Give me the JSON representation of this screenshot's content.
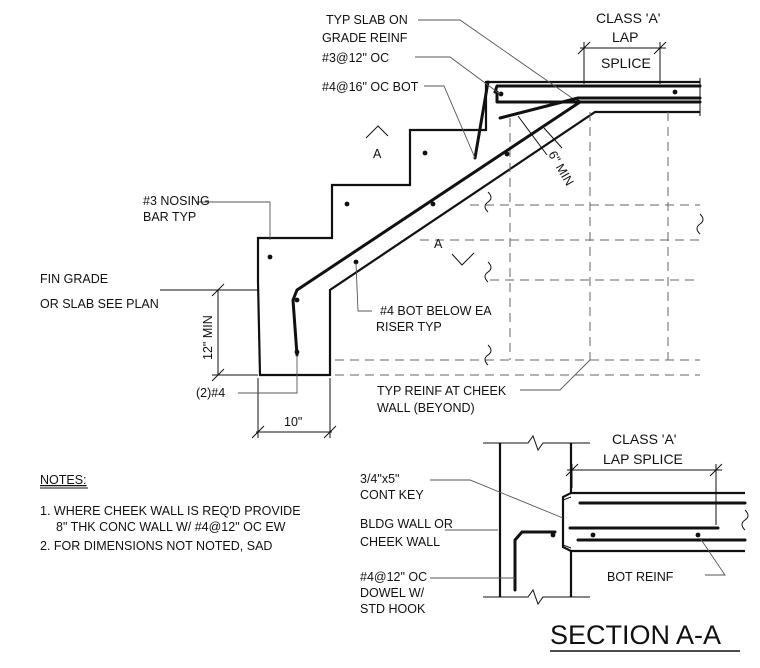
{
  "labels": {
    "typ_slab_1": "TYP SLAB ON",
    "typ_slab_2": "GRADE REINF",
    "no3_12oc": "#3@12\" OC",
    "no4_16oc": "#4@16\" OC BOT",
    "class_a_1": "CLASS 'A'",
    "class_a_2": "LAP",
    "class_a_3": "SPLICE",
    "six_min": "6\" MIN",
    "nosing_1": "#3 NOSING",
    "nosing_2": "BAR TYP",
    "fin_grade_1": "FIN GRADE",
    "fin_grade_2": "OR SLAB SEE PLAN",
    "twelve_min": "12\" MIN",
    "bot_below_1": "#4 BOT BELOW EA",
    "bot_below_2": "RISER TYP",
    "two_no4": "(2)#4",
    "ten_in": "10\"",
    "cheek_reinf_1": "TYP REINF AT CHEEK",
    "cheek_reinf_2": "WALL (BEYOND)",
    "cut_a": "A",
    "cut_a2": "A",
    "lap_splice_1": "CLASS 'A'",
    "lap_splice_2": "LAP SPLICE",
    "cont_key_1": "3/4\"x5\"",
    "cont_key_2": "CONT KEY",
    "bldg_wall_1": "BLDG WALL OR",
    "bldg_wall_2": "CHEEK WALL",
    "dowel_1": "#4@12\" OC",
    "dowel_2": "DOWEL W/",
    "dowel_3": "STD HOOK",
    "bot_reinf": "BOT REINF",
    "section_title": "SECTION A-A"
  },
  "notes": {
    "heading": "NOTES:",
    "item1_line1": "1. WHERE CHEEK WALL IS REQ'D PROVIDE",
    "item1_line2": "8\" THK CONC WALL W/ #4@12\" OC EW",
    "item2": "2. FOR DIMENSIONS NOT NOTED, SAD"
  }
}
